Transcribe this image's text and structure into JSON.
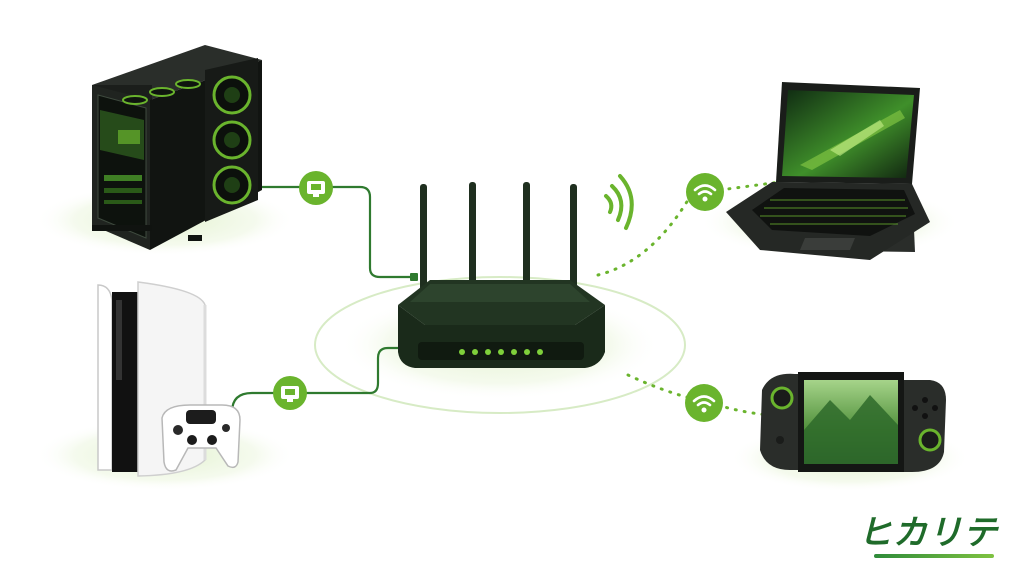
{
  "brand": {
    "logo_text": "ヒカリテ",
    "primary_color": "#6ab42d",
    "dark_color": "#1d2a1d",
    "cable_color": "#2f7a2f"
  },
  "nodes": [
    {
      "id": "gaming-pc",
      "icon": "gaming-pc-tower-icon",
      "connection": "wired"
    },
    {
      "id": "game-console",
      "icon": "game-console-icon",
      "connection": "wired"
    },
    {
      "id": "laptop",
      "icon": "laptop-icon",
      "connection": "wifi"
    },
    {
      "id": "handheld",
      "icon": "handheld-console-icon",
      "connection": "wifi"
    }
  ],
  "hub": {
    "id": "router",
    "icon": "wifi-router-icon"
  },
  "badges": {
    "wired": "ethernet-port-icon",
    "wifi": "wifi-icon"
  }
}
